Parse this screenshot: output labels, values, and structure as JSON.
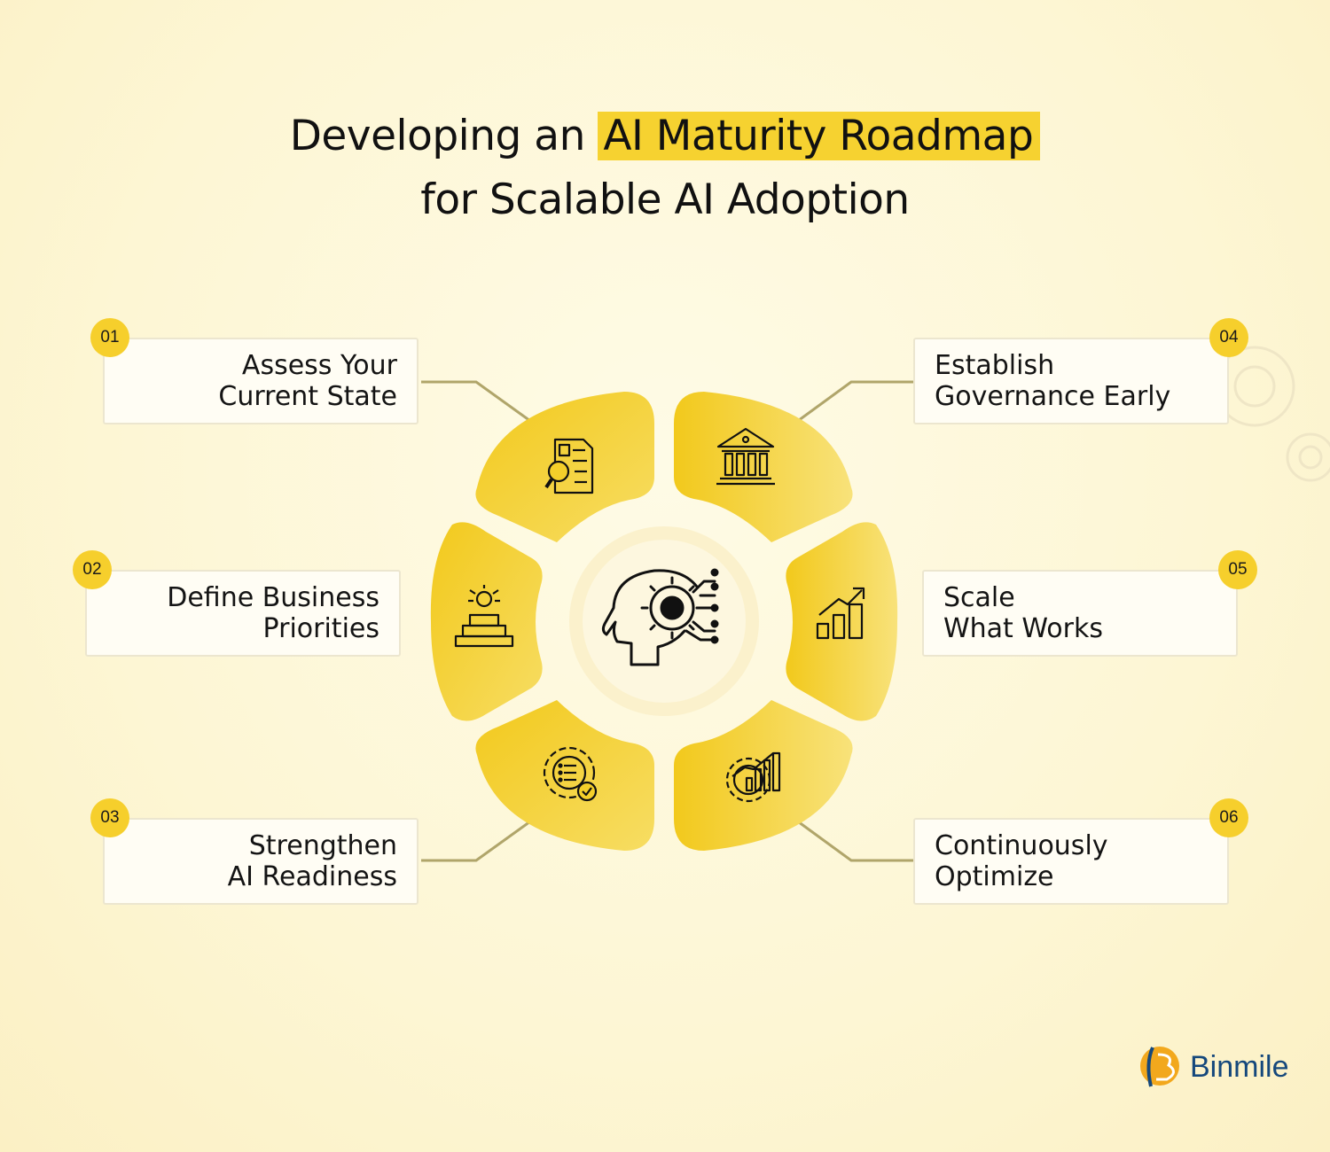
{
  "title": {
    "prefix": "Developing an",
    "highlight": "AI Maturity Roadmap",
    "line2": "for Scalable AI Adoption"
  },
  "colors": {
    "accent": "#f6cf2c",
    "segment": "#f4cf2a",
    "connector": "#b0a56a",
    "brand": "#15487c"
  },
  "center": {
    "icon": "ai-brain-gear-icon"
  },
  "steps": [
    {
      "number": "01",
      "label": "Assess Your\nCurrent State",
      "icon": "document-search-icon"
    },
    {
      "number": "02",
      "label": "Define Business\nPriorities",
      "icon": "priority-stack-icon"
    },
    {
      "number": "03",
      "label": "Strengthen\nAI Readiness",
      "icon": "gear-checklist-icon"
    },
    {
      "number": "04",
      "label": "Establish\nGovernance Early",
      "icon": "bank-building-icon"
    },
    {
      "number": "05",
      "label": "Scale\nWhat Works",
      "icon": "growth-chart-icon"
    },
    {
      "number": "06",
      "label": "Continuously\nOptimize",
      "icon": "gear-chart-icon"
    }
  ],
  "brand": {
    "name": "Binmile"
  }
}
